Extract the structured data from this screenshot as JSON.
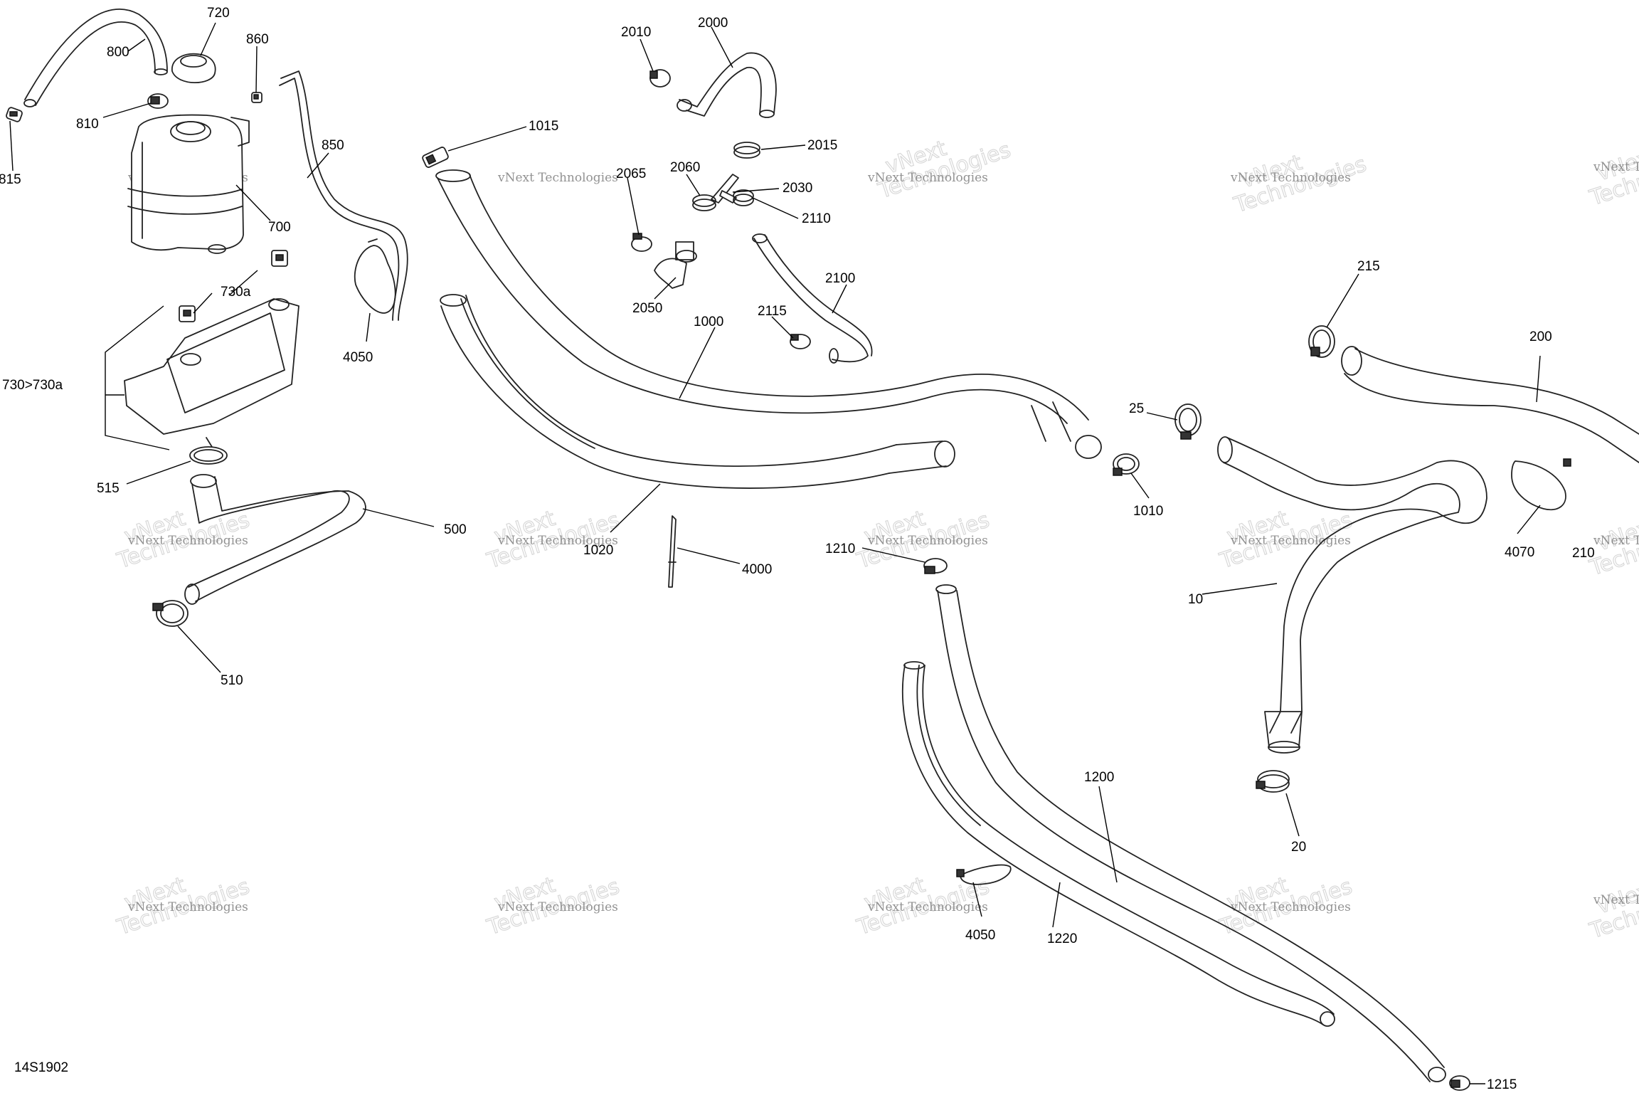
{
  "diagram": {
    "sheet_id": "14S1902",
    "watermark": {
      "line1": "vNext Technologies",
      "line2": "Technologies",
      "line3": "vNext"
    },
    "callouts": [
      {
        "key": "c720",
        "label": "720"
      },
      {
        "key": "c860",
        "label": "860"
      },
      {
        "key": "c800",
        "label": "800"
      },
      {
        "key": "c810",
        "label": "810"
      },
      {
        "key": "c815",
        "label": "815"
      },
      {
        "key": "c850",
        "label": "850"
      },
      {
        "key": "c700",
        "label": "700"
      },
      {
        "key": "c730a",
        "label": "730a"
      },
      {
        "key": "c730",
        "label": "730>730a"
      },
      {
        "key": "c4050a",
        "label": "4050"
      },
      {
        "key": "c515",
        "label": "515"
      },
      {
        "key": "c500",
        "label": "500"
      },
      {
        "key": "c510",
        "label": "510"
      },
      {
        "key": "c1015",
        "label": "1015"
      },
      {
        "key": "c2010",
        "label": "2010"
      },
      {
        "key": "c2000",
        "label": "2000"
      },
      {
        "key": "c2015",
        "label": "2015"
      },
      {
        "key": "c2065",
        "label": "2065"
      },
      {
        "key": "c2060",
        "label": "2060"
      },
      {
        "key": "c2030",
        "label": "2030"
      },
      {
        "key": "c2110",
        "label": "2110"
      },
      {
        "key": "c2100",
        "label": "2100"
      },
      {
        "key": "c2050",
        "label": "2050"
      },
      {
        "key": "c2115",
        "label": "2115"
      },
      {
        "key": "c1000",
        "label": "1000"
      },
      {
        "key": "c1020",
        "label": "1020"
      },
      {
        "key": "c4000",
        "label": "4000"
      },
      {
        "key": "c1210",
        "label": "1210"
      },
      {
        "key": "c25",
        "label": "25"
      },
      {
        "key": "c1010",
        "label": "1010"
      },
      {
        "key": "c215",
        "label": "215"
      },
      {
        "key": "c200",
        "label": "200"
      },
      {
        "key": "c4070",
        "label": "4070"
      },
      {
        "key": "c210",
        "label": "210"
      },
      {
        "key": "c10",
        "label": "10"
      },
      {
        "key": "c20",
        "label": "20"
      },
      {
        "key": "c1200",
        "label": "1200"
      },
      {
        "key": "c4050b",
        "label": "4050"
      },
      {
        "key": "c1220",
        "label": "1220"
      },
      {
        "key": "c1215",
        "label": "1215"
      }
    ]
  }
}
